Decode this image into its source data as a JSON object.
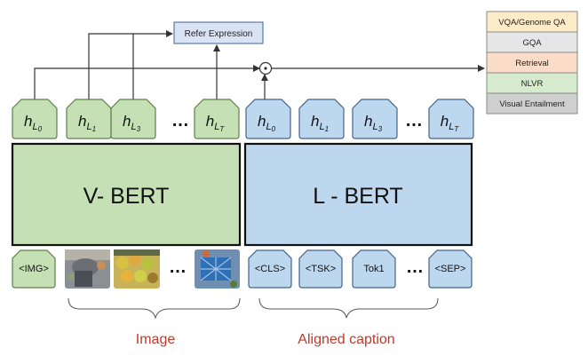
{
  "refer_expression": "Refer Expression",
  "odot_symbol": "⊙",
  "tasks": [
    {
      "label": "VQA/Genome QA",
      "color": "#fdecc8"
    },
    {
      "label": "GQA",
      "color": "#e6e6e6"
    },
    {
      "label": "Retrieval",
      "color": "#fbdcc8"
    },
    {
      "label": "NLVR",
      "color": "#d6ebcd"
    },
    {
      "label": "Visual Entailment",
      "color": "#cfcfcf"
    }
  ],
  "vision": {
    "encoder_label": "V- BERT",
    "caption_label": "Image",
    "output_tokens": [
      {
        "base": "h",
        "sub": "L",
        "subsub": "0"
      },
      {
        "base": "h",
        "sub": "L",
        "subsub": "1"
      },
      {
        "base": "h",
        "sub": "L",
        "subsub": "3"
      },
      {
        "base": "h",
        "sub": "L",
        "subsub": "T"
      }
    ],
    "input_tokens": [
      "<IMG>"
    ],
    "ellipsis": "…",
    "colors": {
      "fill": "#c5e0b4",
      "stroke": "#5f7f47"
    }
  },
  "language": {
    "encoder_label": "L - BERT",
    "caption_label": "Aligned caption",
    "output_tokens": [
      {
        "base": "h",
        "sub": "L",
        "subsub": "0"
      },
      {
        "base": "h",
        "sub": "L",
        "subsub": "1"
      },
      {
        "base": "h",
        "sub": "L",
        "subsub": "3"
      },
      {
        "base": "h",
        "sub": "L",
        "subsub": "T"
      }
    ],
    "input_tokens": [
      "<CLS>",
      "<TSK>",
      "Tok1",
      "<SEP>"
    ],
    "ellipsis": "…",
    "colors": {
      "fill": "#bdd7ee",
      "stroke": "#41638a"
    }
  },
  "caption_color": "#c0392b"
}
